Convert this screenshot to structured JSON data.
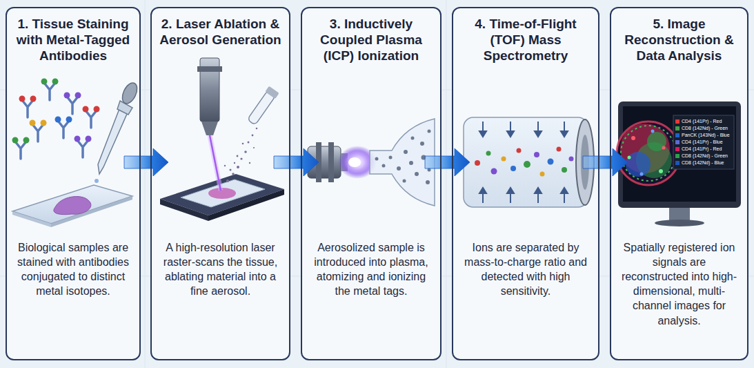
{
  "diagram": {
    "nodes": [
      {
        "text": [
          "1. Tissue Staining with Metal-Tagged Antibodies",
          "Biological samples are stained with antibodies conjugated to distinct metal isotopes."
        ]
      },
      {
        "text": [
          "2. Laser Ablation & Aerosol Generation",
          "A high-resolution laser raster-scans the tissue, ablating material into a fine aerosol."
        ]
      },
      {
        "text": [
          "3. Inductively Coupled Plasma (ICP) Ionization",
          "Aerosolized sample is introduced into plasma, atomizing and ionizing the metal tags."
        ]
      },
      {
        "text": [
          "4. Time-of-Flight (TOF) Mass Spectrometry",
          "Ions are separated by mass-to-charge ratio and detected with high sensitivity."
        ]
      },
      {
        "text": [
          "5. Image Reconstruction & Data Analysis",
          "Spatially registered ion signals are reconstructed into high-dimensional, multi-channel images for analysis."
        ]
      }
    ],
    "edges": [
      {
        "from": 0,
        "to": 1,
        "arrow": "to"
      },
      {
        "from": 1,
        "to": 2,
        "arrow": "to"
      },
      {
        "from": 2,
        "to": 3,
        "arrow": "to"
      },
      {
        "from": 3,
        "to": 4,
        "arrow": "to"
      }
    ],
    "legend": [
      {
        "text": "CD4 (141Pr) - Red",
        "color": "#e53935"
      },
      {
        "text": "CD8 (142Nd) - Green",
        "color": "#43a047"
      },
      {
        "text": "PanCK (143Nd) - Blue",
        "color": "#1e63c8"
      },
      {
        "text": "CD4 (141Pr) - Blue",
        "color": "#5b6bd8"
      },
      {
        "text": "CD4 (141Pr) - Red",
        "color": "#d81b60"
      },
      {
        "text": "CD8 (142Nd) - Green",
        "color": "#2e9e4a"
      },
      {
        "text": "CD8 (142Nd) - Blue",
        "color": "#1a57b8"
      }
    ]
  }
}
